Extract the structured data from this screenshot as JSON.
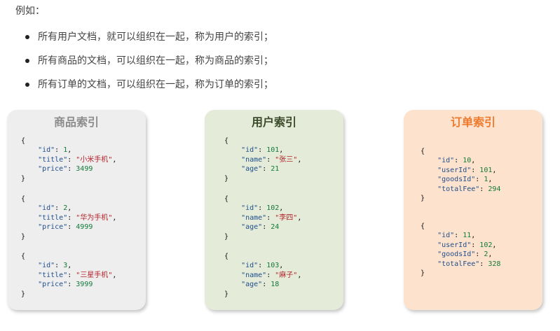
{
  "intro": "例如：",
  "bullets": [
    "所有用户文档，就可以组织在一起，称为用户的索引；",
    "所有商品的文档，可以组织在一起，称为商品的索引；",
    "所有订单的文档，可以组织在一起，称为订单的索引；"
  ],
  "indexes": {
    "products": {
      "title": "商品索引",
      "docs": [
        {
          "id": "1",
          "title": "小米手机",
          "price": "3499"
        },
        {
          "id": "2",
          "title": "华为手机",
          "price": "4999"
        },
        {
          "id": "3",
          "title": "三星手机",
          "price": "3999"
        }
      ]
    },
    "users": {
      "title": "用户索引",
      "docs": [
        {
          "id": "101",
          "name": "张三",
          "age": "21"
        },
        {
          "id": "102",
          "name": "李四",
          "age": "24"
        },
        {
          "id": "103",
          "name": "麻子",
          "age": "18"
        }
      ]
    },
    "orders": {
      "title": "订单索引",
      "docs": [
        {
          "id": "10",
          "userId": "101",
          "goodsId": "1",
          "totalFee": "294"
        },
        {
          "id": "11",
          "userId": "102",
          "goodsId": "2",
          "totalFee": "328"
        }
      ]
    }
  },
  "colors": {
    "key": "#1f4e8c",
    "number": "#117a3a",
    "string": "#b4222a",
    "products_bg": "#eeeeee",
    "users_bg": "#e4ebd8",
    "orders_bg": "#fde3cd",
    "orders_title": "#ee7a2e"
  }
}
